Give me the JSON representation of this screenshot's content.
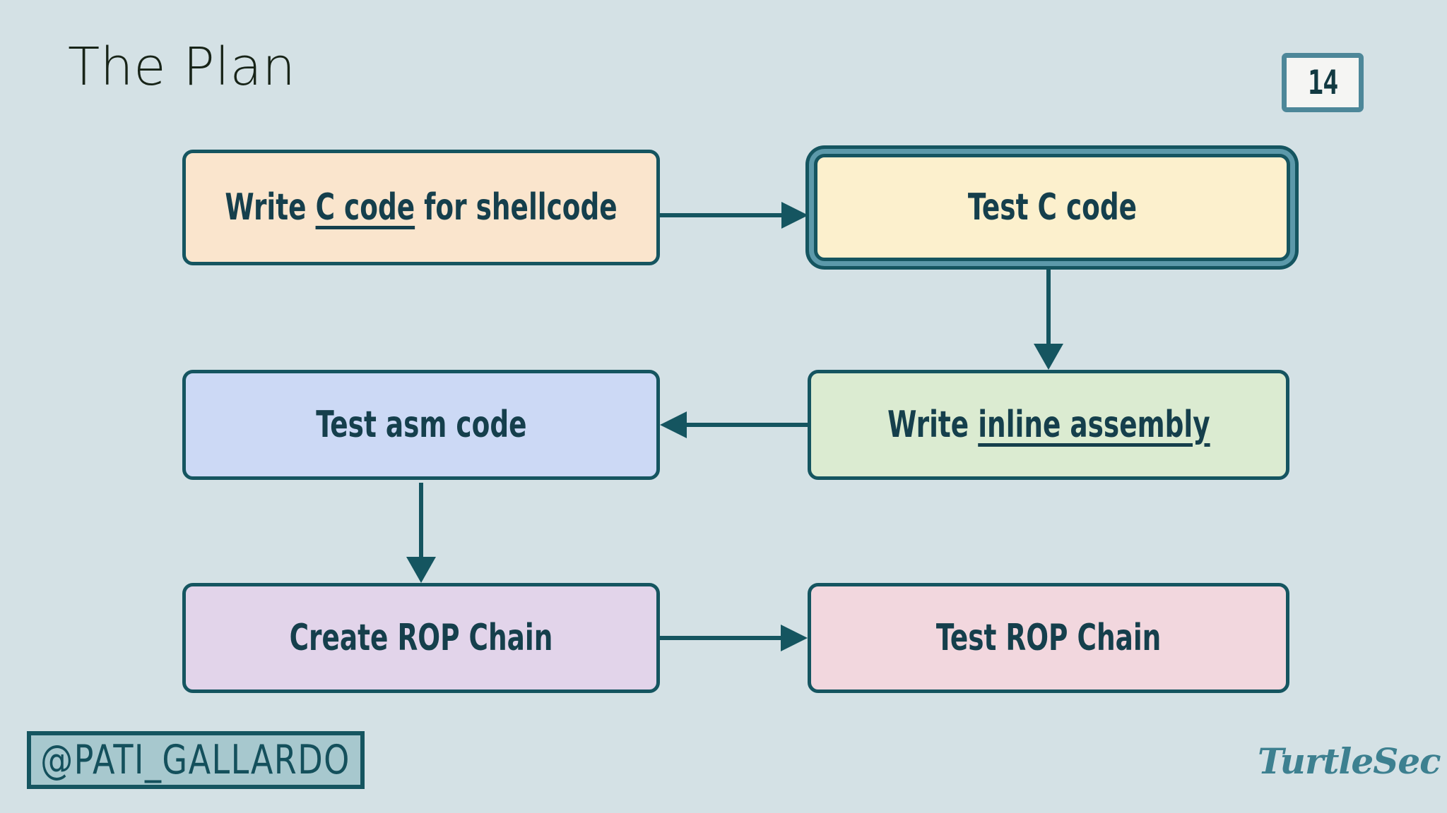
{
  "slide": {
    "title": "The Plan",
    "page_number": "14",
    "background_color": "#d4e1e5",
    "ink_color": "#155560",
    "text_color": "#153f4c"
  },
  "diagram": {
    "type": "flowchart",
    "nodes": [
      {
        "id": "write-c-code",
        "label_prefix": "Write ",
        "label_emphasis": "C code",
        "label_suffix": " for shellcode",
        "full_label": "Write C code for shellcode",
        "fill_color": "#fae5cd",
        "highlighted": false
      },
      {
        "id": "test-c-code",
        "label_prefix": "Test C code",
        "label_emphasis": "",
        "label_suffix": "",
        "full_label": "Test C code",
        "fill_color": "#fcf0cd",
        "highlighted": true
      },
      {
        "id": "test-asm-code",
        "label_prefix": "Test asm code",
        "label_emphasis": "",
        "label_suffix": "",
        "full_label": "Test asm code",
        "fill_color": "#ccd9f5",
        "highlighted": false
      },
      {
        "id": "write-inline-assembly",
        "label_prefix": "Write ",
        "label_emphasis": "inline assembly",
        "label_suffix": "",
        "full_label": "Write inline assembly",
        "fill_color": "#dbebd1",
        "highlighted": false
      },
      {
        "id": "create-rop-chain",
        "label_prefix": "Create ROP Chain",
        "label_emphasis": "",
        "label_suffix": "",
        "full_label": "Create ROP Chain",
        "fill_color": "#e2d4ea",
        "highlighted": false
      },
      {
        "id": "test-rop-chain",
        "label_prefix": "Test ROP Chain",
        "label_emphasis": "",
        "label_suffix": "",
        "full_label": "Test ROP Chain",
        "fill_color": "#f2d7de",
        "highlighted": false
      }
    ],
    "edges": [
      {
        "id": "edge-1",
        "from": "write-c-code",
        "to": "test-c-code",
        "direction": "right"
      },
      {
        "id": "edge-2",
        "from": "test-c-code",
        "to": "write-inline-assembly",
        "direction": "down"
      },
      {
        "id": "edge-3",
        "from": "write-inline-assembly",
        "to": "test-asm-code",
        "direction": "left"
      },
      {
        "id": "edge-4",
        "from": "test-asm-code",
        "to": "create-rop-chain",
        "direction": "down"
      },
      {
        "id": "edge-5",
        "from": "create-rop-chain",
        "to": "test-rop-chain",
        "direction": "right"
      }
    ]
  },
  "footer": {
    "handle": "@PATI_GALLARDO",
    "brand": "TurtleSec"
  }
}
